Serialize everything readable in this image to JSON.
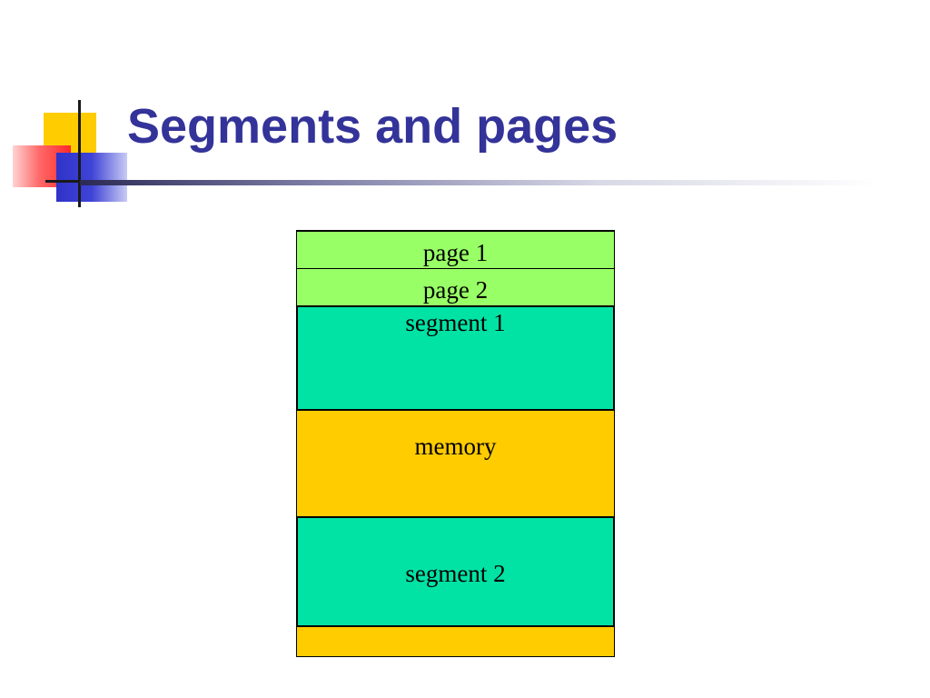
{
  "slide": {
    "title": "Segments and pages"
  },
  "diagram": {
    "memory_label": "memory",
    "segments": [
      {
        "label": "segment 1"
      },
      {
        "label": "segment 2"
      }
    ],
    "pages": [
      {
        "label": "page 1"
      },
      {
        "label": "page 2"
      }
    ]
  },
  "colors": {
    "title": "#333399",
    "memory": "#ffcc00",
    "segment": "#00e3a5",
    "page": "#99ff66",
    "ornament_yellow": "#ffcc00",
    "ornament_red": "#ff2a2a",
    "ornament_blue": "#3333cc"
  }
}
